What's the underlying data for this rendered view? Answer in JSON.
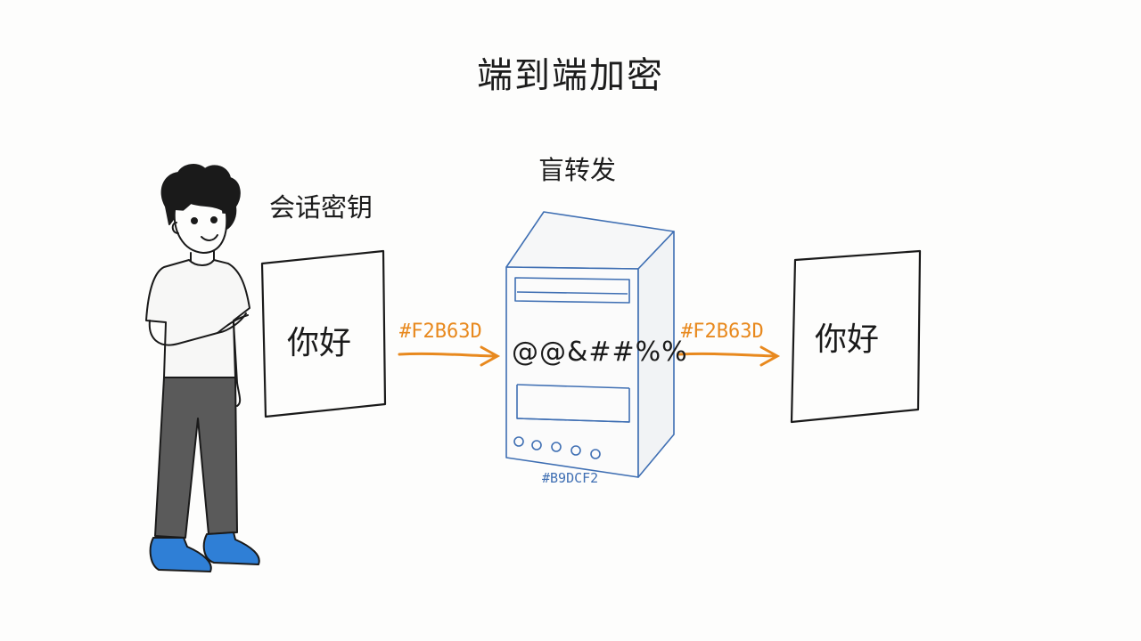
{
  "title": "端到端加密",
  "relay_label": "盲转发",
  "key_label": "会话密钥",
  "sender_message": "你好",
  "receiver_message": "你好",
  "sender_hash": "#F2B63D",
  "receiver_hash": "#F2B63D",
  "ciphertext": "@@&##%%",
  "server_id": "#B9DCF2",
  "colors": {
    "arrow": "#E8891E",
    "server_outline": "#3F6FB3",
    "shoes": "#2F7FD6",
    "pants": "#5A5A5A"
  }
}
